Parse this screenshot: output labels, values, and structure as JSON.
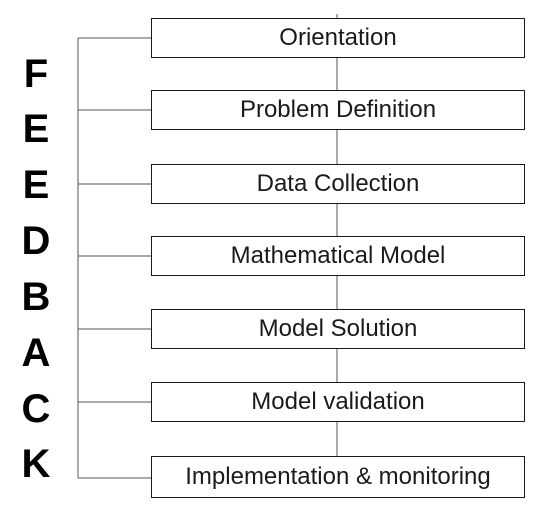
{
  "feedback_letters": [
    "F",
    "E",
    "E",
    "D",
    "B",
    "A",
    "C",
    "K"
  ],
  "steps": [
    {
      "label": "Orientation"
    },
    {
      "label": "Problem Definition"
    },
    {
      "label": "Data Collection"
    },
    {
      "label": "Mathematical Model"
    },
    {
      "label": "Model Solution"
    },
    {
      "label": "Model validation"
    },
    {
      "label": "Implementation & monitoring"
    }
  ],
  "colors": {
    "line": "#555555",
    "text": "#1a1a1a",
    "letters": "#000000"
  }
}
